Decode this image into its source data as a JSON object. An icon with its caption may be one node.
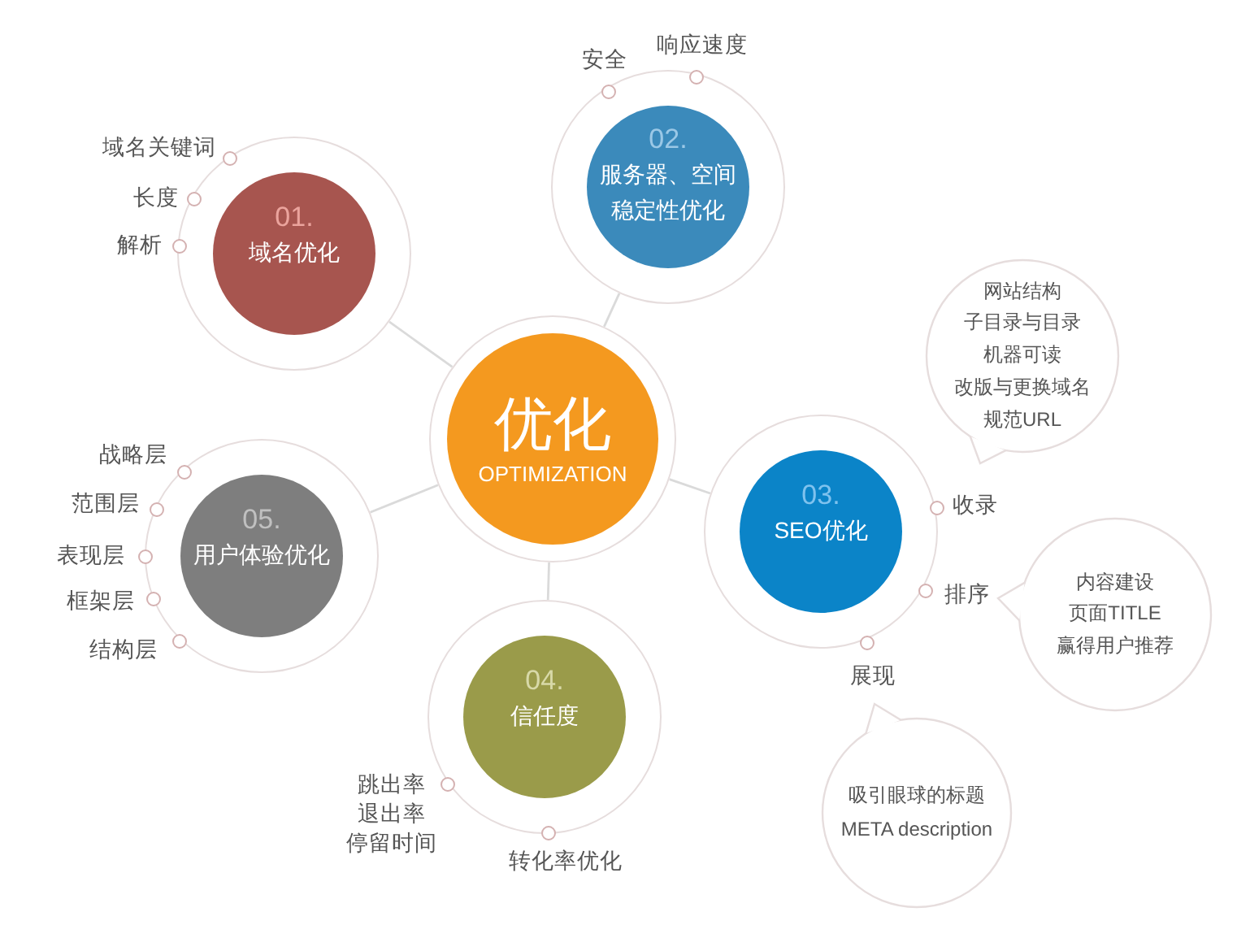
{
  "diagram": {
    "nodes": [
      {
        "text": [
          "优化",
          "OPTIMIZATION"
        ]
      },
      {
        "text": [
          "01.",
          "域名优化"
        ],
        "beside": [
          "域名关键词",
          "长度",
          "解析"
        ]
      },
      {
        "text": [
          "02.",
          "服务器、空间稳定性优化"
        ],
        "beside": [
          "安全",
          "响应速度"
        ]
      },
      {
        "text": [
          "03.",
          "SEO优化"
        ],
        "beside": [
          "收录",
          "排序",
          "展现"
        ]
      },
      {
        "text": [
          "04.",
          "信任度"
        ],
        "beside": [
          "跳出率",
          "退出率",
          "停留时间",
          "转化率优化"
        ]
      },
      {
        "text": [
          "05.",
          "用户体验优化"
        ],
        "beside": [
          "战略层",
          "范围层",
          "表现层",
          "框架层",
          "结构层"
        ]
      },
      {
        "text": [
          "网站结构",
          "子目录与目录",
          "机器可读",
          "改版与更换域名",
          "规范URL"
        ]
      },
      {
        "text": [
          "内容建设",
          "页面TITLE",
          "赢得用户推荐"
        ]
      },
      {
        "text": [
          "吸引眼球的标题",
          "META description"
        ]
      }
    ],
    "edges": [
      {
        "from": 0,
        "to": 1,
        "arrow": "none"
      },
      {
        "from": 0,
        "to": 2,
        "arrow": "none"
      },
      {
        "from": 0,
        "to": 3,
        "arrow": "none"
      },
      {
        "from": 0,
        "to": 4,
        "arrow": "none"
      },
      {
        "from": 0,
        "to": 5,
        "arrow": "none"
      }
    ]
  }
}
